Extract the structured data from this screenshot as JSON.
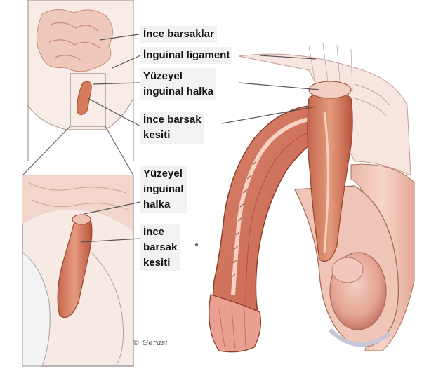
{
  "labels": {
    "ince_barsaklar": "İnce barsaklar",
    "inguinal_ligament": "İnguinal ligament",
    "yuzeyel_halka_top": "Yüzeyel\ninguinal halka",
    "ince_barsak_kesiti_top": "İnce barsak\nkesiti",
    "yuzeyel_halka_bottom": "Yüzeyel\ninguinal\nhalka",
    "ince_barsak_kesiti_bottom": "İnce\nbarsak\nkesiti"
  },
  "signature": "© Gerasi"
}
